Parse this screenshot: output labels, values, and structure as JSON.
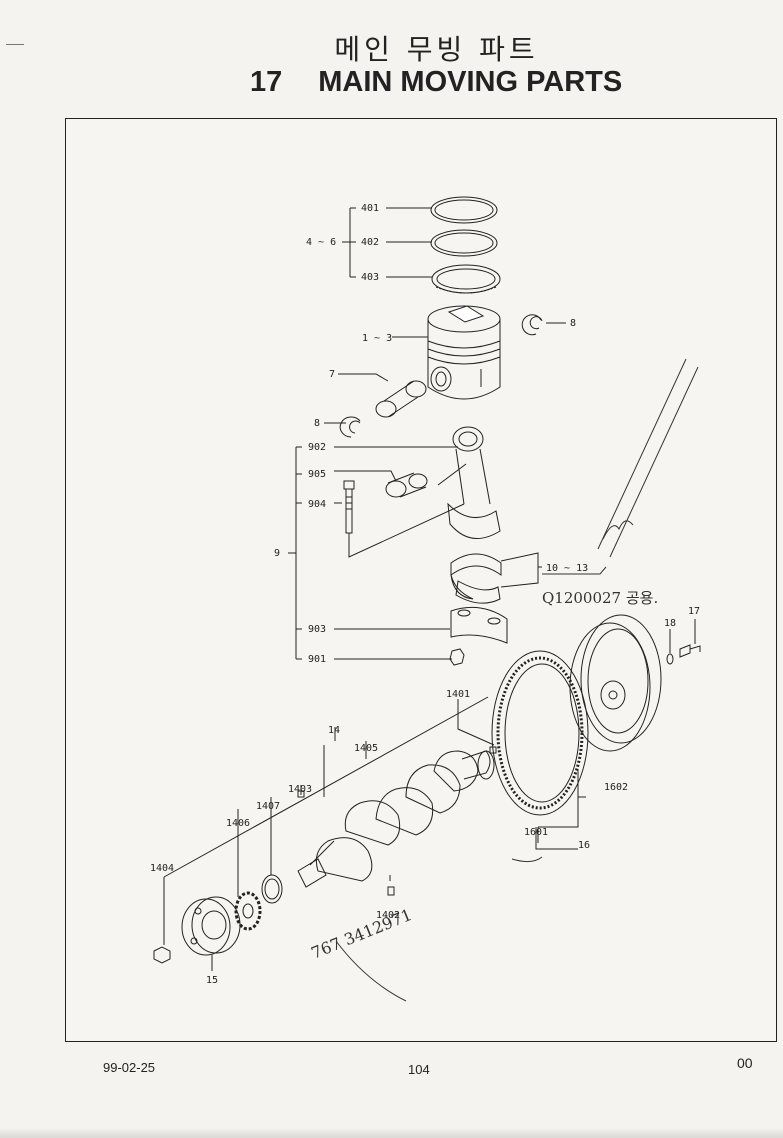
{
  "header": {
    "title_korean": "메인 무빙 파트",
    "section_number": "17",
    "title_english": "MAIN MOVING PARTS"
  },
  "diagram": {
    "part_labels": {
      "p401": "401",
      "p402": "402",
      "p403": "403",
      "p4_6": "4 ~ 6",
      "p8a": "8",
      "p1_3": "1 ~ 3",
      "p7": "7",
      "p8b": "8",
      "p902": "902",
      "p905": "905",
      "p904": "904",
      "p9": "9",
      "p10_13": "10 ~ 13",
      "p903": "903",
      "p901": "901",
      "p18": "18",
      "p17": "17",
      "p1401": "1401",
      "p14": "14",
      "p1405": "1405",
      "p1403": "1403",
      "p1407": "1407",
      "p1406": "1406",
      "p1404": "1404",
      "p1402": "1402",
      "p15": "15",
      "p1602": "1602",
      "p1601": "1601",
      "p16": "16"
    },
    "handwritten_notes": {
      "part_number_note": "Q1200027 공용.",
      "note_bottom": "767 3412971"
    }
  },
  "footer": {
    "date": "99-02-25",
    "page_number": "104",
    "revision": "00"
  }
}
